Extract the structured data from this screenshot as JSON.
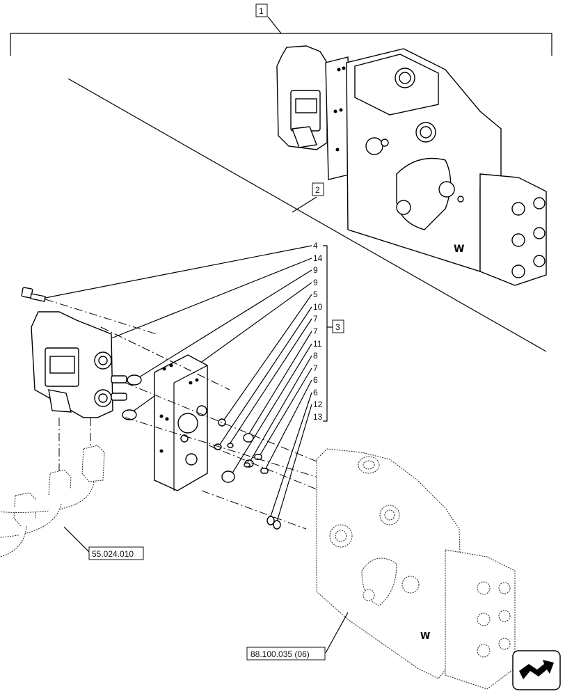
{
  "callouts": {
    "assembly": "1",
    "valve_section": "2",
    "kit": "3"
  },
  "kit_items": [
    "4",
    "14",
    "9",
    "9",
    "5",
    "10",
    "7",
    "7",
    "11",
    "8",
    "7",
    "6",
    "6",
    "12",
    "13"
  ],
  "references": {
    "harness": "55.024.010",
    "control_valve": "88.100.035 (06)"
  },
  "nav_icon": "next-page-arrow-icon"
}
